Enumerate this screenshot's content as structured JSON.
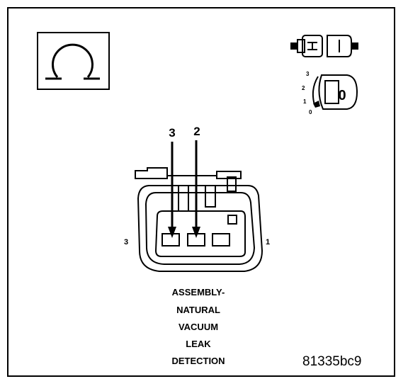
{
  "connector": {
    "pin_labels_top": [
      "3",
      "2"
    ],
    "side_label_left": "3",
    "side_label_right": "1"
  },
  "ignition_dial": {
    "positions": [
      "3",
      "2",
      "1",
      "0"
    ],
    "key_label": "0"
  },
  "caption_lines": [
    "ASSEMBLY-",
    "NATURAL",
    "VACUUM",
    "LEAK",
    "DETECTION"
  ],
  "figure_id": "81335bc9",
  "icons": [
    "ohmmeter-icon",
    "unplugged-connector-icon",
    "ignition-off-icon"
  ]
}
